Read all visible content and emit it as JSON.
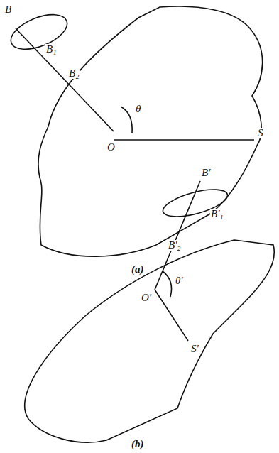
{
  "diagram": {
    "labels": [
      "B",
      "B₁",
      "B₂",
      "θ",
      "O",
      "S",
      "(a)",
      "B'",
      "B'₁",
      "B'₂",
      "θ'",
      "O'",
      "S'",
      "(b)"
    ]
  }
}
